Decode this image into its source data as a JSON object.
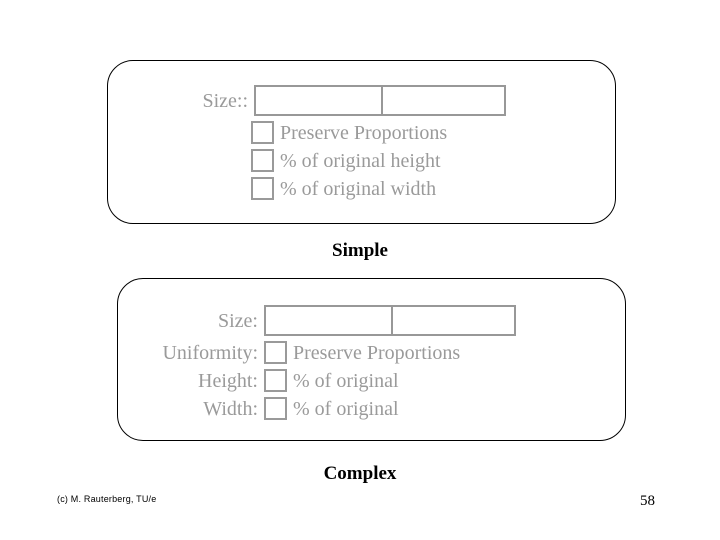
{
  "slide": {
    "page_number": "58",
    "credit": "(c) M. Rauterberg, TU/e"
  },
  "panels": [
    {
      "id": "simple",
      "caption": "Simple",
      "size_label": "Size::",
      "entry": {
        "left_value": "",
        "right_value": ""
      },
      "options": [
        {
          "label": "Preserve Proportions",
          "checked": false
        },
        {
          "label": "% of original height",
          "checked": false
        },
        {
          "label": "% of original width",
          "checked": false
        }
      ]
    },
    {
      "id": "complex",
      "caption": "Complex",
      "size_label": "Size:",
      "entry": {
        "left_value": "",
        "right_value": ""
      },
      "rows": [
        {
          "label": "Uniformity:",
          "text": "Preserve Proportions",
          "checked": false
        },
        {
          "label": "Height:",
          "text": "% of original",
          "checked": false
        },
        {
          "label": "Width:",
          "text": "% of original",
          "checked": false
        }
      ]
    }
  ],
  "colors": {
    "panel_border": "#000000",
    "control_gray": "#9a9a9a",
    "text_black": "#000000",
    "background": "#ffffff"
  }
}
